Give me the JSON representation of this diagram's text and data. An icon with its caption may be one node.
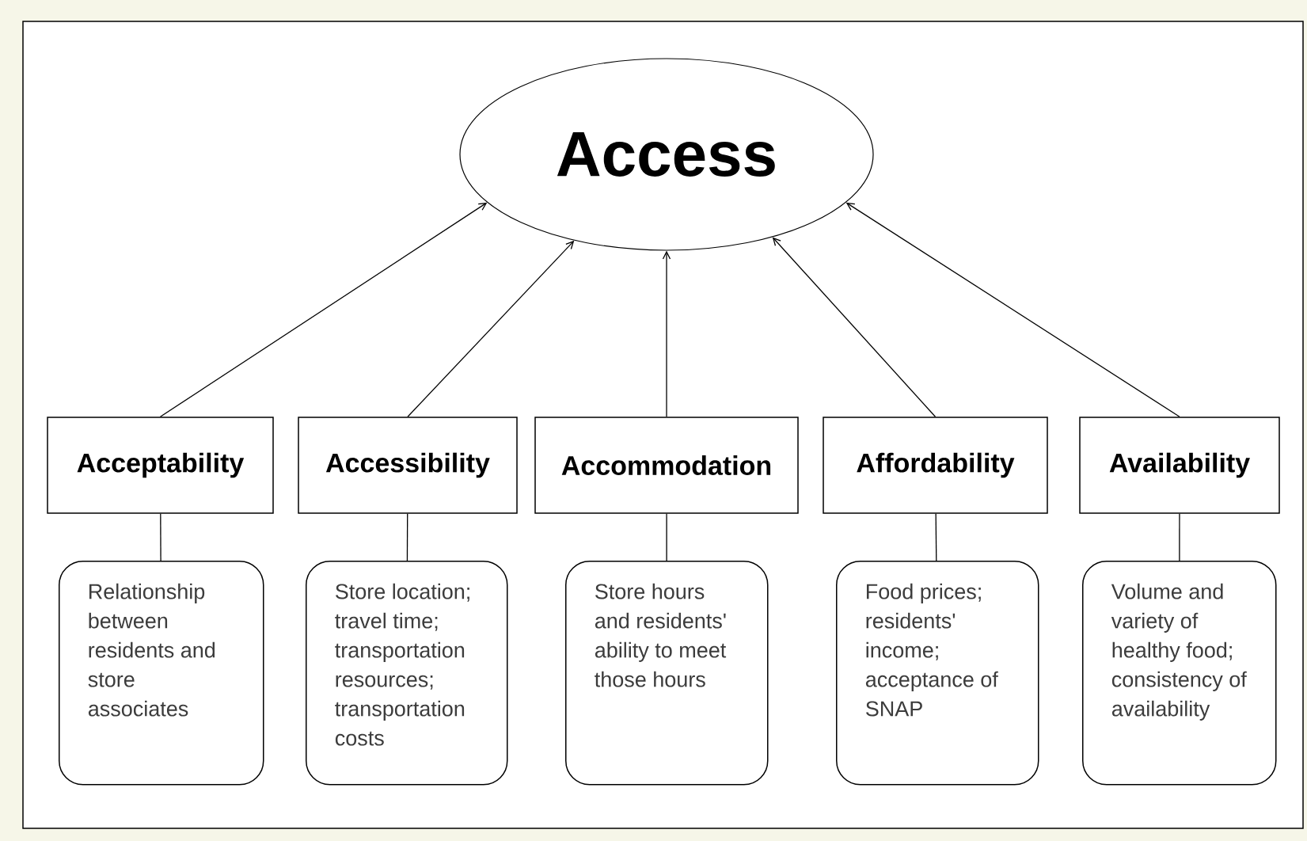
{
  "diagram": {
    "nodes": [
      {
        "text": [
          "Access"
        ]
      },
      {
        "text": [
          "Acceptability"
        ]
      },
      {
        "text": [
          "Accessibility"
        ]
      },
      {
        "text": [
          "Accommodation"
        ]
      },
      {
        "text": [
          "Affordability"
        ]
      },
      {
        "text": [
          "Availability"
        ]
      },
      {
        "text": [
          "Relationship between residents and store associates"
        ]
      },
      {
        "text": [
          "Store location; travel time; transportation resources; transportation costs"
        ]
      },
      {
        "text": [
          "Store hours and residents' ability to meet those hours"
        ]
      },
      {
        "text": [
          "Food prices; residents' income; acceptance of SNAP"
        ]
      },
      {
        "text": [
          "Volume and variety of healthy food; consistency of availability"
        ]
      }
    ],
    "edges": [
      {
        "from": 1,
        "to": 0,
        "arrow": "to"
      },
      {
        "from": 2,
        "to": 0,
        "arrow": "to"
      },
      {
        "from": 3,
        "to": 0,
        "arrow": "to"
      },
      {
        "from": 4,
        "to": 0,
        "arrow": "to"
      },
      {
        "from": 5,
        "to": 0,
        "arrow": "to"
      },
      {
        "from": 1,
        "to": 6,
        "arrow": "none"
      },
      {
        "from": 2,
        "to": 7,
        "arrow": "none"
      },
      {
        "from": 3,
        "to": 8,
        "arrow": "none"
      },
      {
        "from": 4,
        "to": 9,
        "arrow": "none"
      },
      {
        "from": 5,
        "to": 10,
        "arrow": "none"
      }
    ]
  }
}
